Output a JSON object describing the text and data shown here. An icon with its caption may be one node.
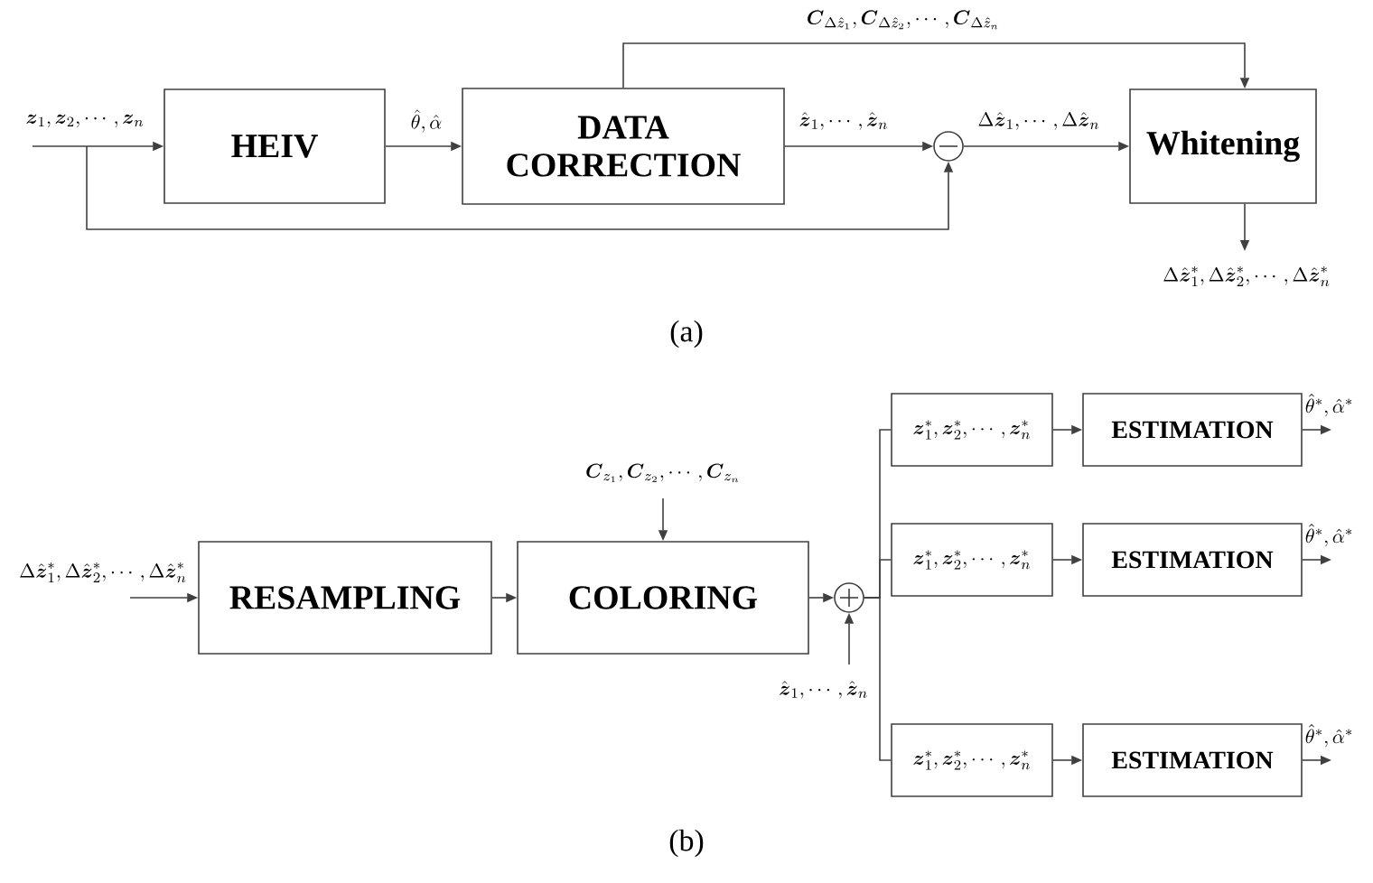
{
  "diagram": {
    "nodes": [
      {
        "text": [
          "HEIV"
        ]
      },
      {
        "text": [
          "DATA CORRECTION"
        ]
      },
      {
        "text": [],
        "shape": "circle"
      },
      {
        "text": [
          "Whitening"
        ]
      },
      {
        "text": [
          "RESAMPLING"
        ]
      },
      {
        "text": [
          "COLORING"
        ]
      },
      {
        "text": [],
        "shape": "circle"
      },
      {
        "text": [
          "\\boldsymbol{z}_1^*,\\boldsymbol{z}_2^*,\\cdots,\\boldsymbol{z}_n^*"
        ]
      },
      {
        "text": [
          "\\boldsymbol{z}_1^*,\\boldsymbol{z}_2^*,\\cdots,\\boldsymbol{z}_n^*"
        ]
      },
      {
        "text": [
          "\\boldsymbol{z}_1^*,\\boldsymbol{z}_2^*,\\cdots,\\boldsymbol{z}_n^*"
        ]
      },
      {
        "text": [
          "ESTIMATION"
        ]
      },
      {
        "text": [
          "ESTIMATION"
        ]
      },
      {
        "text": [
          "ESTIMATION"
        ]
      }
    ],
    "edges": [
      {
        "from": null,
        "to": 0,
        "arrow": "to",
        "label": "\\boldsymbol{z}_1,\\boldsymbol{z}_2,\\cdots,\\boldsymbol{z}_n"
      },
      {
        "from": null,
        "to": 2,
        "arrow": "to"
      },
      {
        "from": 0,
        "to": 1,
        "arrow": "to",
        "label": "\\hat{\\theta},\\hat{\\alpha}"
      },
      {
        "from": 1,
        "to": 2,
        "arrow": "to",
        "label": "\\hat{\\boldsymbol{z}}_1,\\cdots,\\hat{\\boldsymbol{z}}_n"
      },
      {
        "from": 2,
        "to": 3,
        "arrow": "to",
        "label": "\\Delta\\hat{\\boldsymbol{z}}_1,\\cdots,\\Delta\\hat{\\boldsymbol{z}}_n"
      },
      {
        "from": 1,
        "to": 3,
        "arrow": "to",
        "label": "\\boldsymbol{C}_{\\Delta\\hat{z}_1},\\boldsymbol{C}_{\\Delta\\hat{z}_2},\\cdots,\\boldsymbol{C}_{\\Delta\\hat{z}_n}"
      },
      {
        "from": 3,
        "to": null,
        "arrow": "to",
        "label": "\\Delta\\hat{\\boldsymbol{z}}_1^*,\\Delta\\hat{\\boldsymbol{z}}_2^*,\\cdots,\\Delta\\hat{\\boldsymbol{z}}_n^*"
      },
      {
        "from": null,
        "to": 4,
        "arrow": "to",
        "label": "\\Delta\\hat{\\boldsymbol{z}}_1^*,\\Delta\\hat{\\boldsymbol{z}}_2^*,\\cdots,\\Delta\\hat{\\boldsymbol{z}}_n^*"
      },
      {
        "from": 4,
        "to": 5,
        "arrow": "to"
      },
      {
        "from": null,
        "to": 5,
        "arrow": "to",
        "label": "\\boldsymbol{C}_{z_1},\\boldsymbol{C}_{z_2},\\cdots,\\boldsymbol{C}_{z_n}"
      },
      {
        "from": 5,
        "to": 6,
        "arrow": "to"
      },
      {
        "from": null,
        "to": 6,
        "arrow": "to",
        "label": "\\hat{\\boldsymbol{z}}_1,\\cdots,\\hat{\\boldsymbol{z}}_n"
      },
      {
        "from": 6,
        "to": 7,
        "arrow": "none"
      },
      {
        "from": 6,
        "to": 8,
        "arrow": "none"
      },
      {
        "from": 6,
        "to": 9,
        "arrow": "none"
      },
      {
        "from": 7,
        "to": 10,
        "arrow": "to"
      },
      {
        "from": 8,
        "to": 11,
        "arrow": "to"
      },
      {
        "from": 9,
        "to": 12,
        "arrow": "to"
      },
      {
        "from": 10,
        "to": null,
        "arrow": "to",
        "label": "\\hat{\\theta}^*,\\hat{\\alpha}^*"
      },
      {
        "from": 11,
        "to": null,
        "arrow": "to",
        "label": "\\hat{\\theta}^*,\\hat{\\alpha}^*"
      },
      {
        "from": 12,
        "to": null,
        "arrow": "to",
        "label": "\\hat{\\theta}^*,\\hat{\\alpha}^*"
      }
    ],
    "labels": [
      "(a)",
      "(b)"
    ]
  }
}
